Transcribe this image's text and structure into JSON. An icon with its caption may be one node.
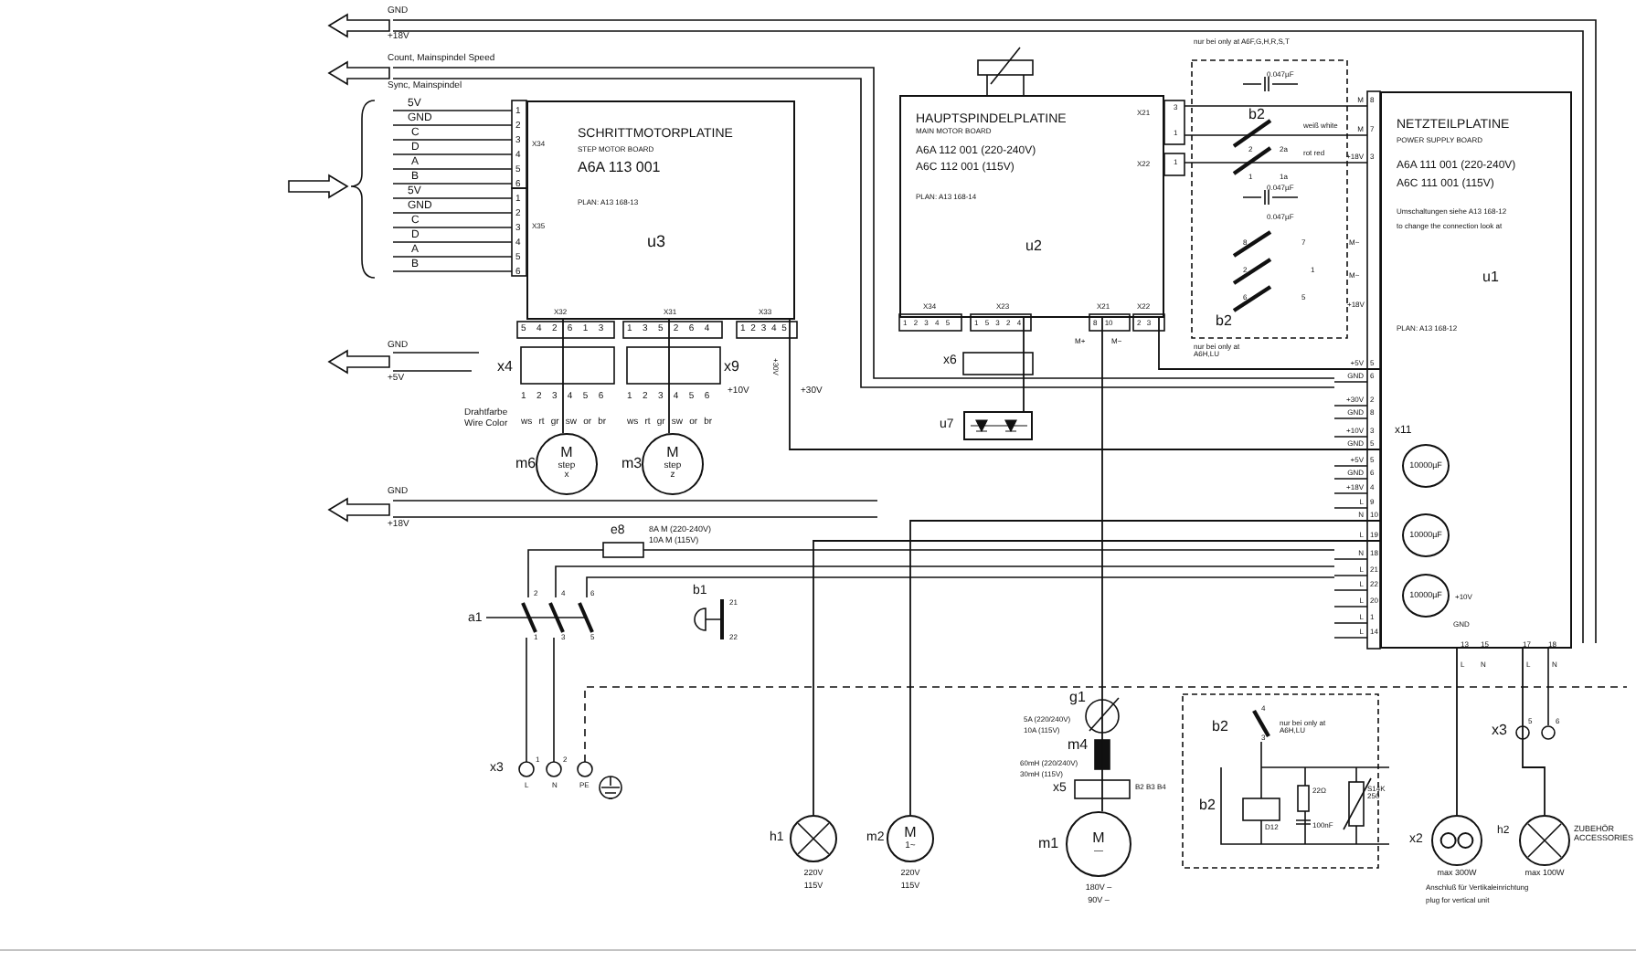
{
  "diagram": {
    "nodes": [
      {
        "text": [
          "SCHRITTMOTORPLATINE",
          "STEP MOTOR BOARD",
          "A6A 113 001",
          "PLAN: A13 168-13",
          "u3"
        ]
      },
      {
        "text": [
          "HAUPTSPINDELPLATINE",
          "MAIN MOTOR BOARD",
          "A6A 112 001 (220-240V)",
          "A6C 112 001 (115V)",
          "PLAN: A13 168-14",
          "u2"
        ]
      },
      {
        "text": [
          "NETZTEILPLATINE",
          "POWER SUPPLY BOARD",
          "A6A 111 001 (220-240V)",
          "A6C 111 001 (115V)",
          "Umschaltungen siehe A13 168-12",
          "to change the connection look at",
          "u1",
          "PLAN: A13 168-12"
        ]
      },
      {
        "text": [
          "M",
          "step",
          "x"
        ],
        "beside": [
          "m6"
        ]
      },
      {
        "text": [
          "M",
          "step",
          "z"
        ],
        "beside": [
          "m3"
        ]
      },
      {
        "text": [],
        "shape": "circle",
        "beside": [
          "h1",
          "220V",
          "115V"
        ]
      },
      {
        "text": [
          "M",
          "1~"
        ],
        "beside": [
          "m2",
          "220V",
          "115V"
        ]
      },
      {
        "text": [
          "M",
          "—"
        ],
        "beside": [
          "m1",
          "180V –",
          "90V –"
        ]
      },
      {
        "text": [],
        "shape": "circle",
        "beside": [
          "x2",
          "max 300W"
        ]
      },
      {
        "text": [],
        "shape": "circle",
        "beside": [
          "h2",
          "ZUBEHÖR ACCESSORIES",
          "max 100W"
        ]
      },
      {
        "text": [],
        "shape": "box",
        "beside": [
          "u7"
        ]
      },
      {
        "text": [
          "10000µF"
        ],
        "in": 2
      },
      {
        "text": [
          "10000µF"
        ],
        "in": 2
      },
      {
        "text": [
          "10000µF"
        ],
        "in": 2
      }
    ],
    "edges": [
      {
        "from": 0,
        "to": 3,
        "arrow": "none"
      },
      {
        "from": 0,
        "to": 4,
        "arrow": "none"
      },
      {
        "from": 1,
        "to": 10,
        "arrow": "none"
      },
      {
        "from": 1,
        "to": 7,
        "arrow": "none"
      },
      {
        "from": 2,
        "to": 6,
        "arrow": "none"
      },
      {
        "from": 2,
        "to": 5,
        "arrow": "none"
      },
      {
        "from": 2,
        "to": 8,
        "arrow": "none"
      },
      {
        "from": 2,
        "to": 9,
        "arrow": "none"
      },
      {
        "from": 2,
        "to": 0,
        "arrow": "none"
      },
      {
        "from": 2,
        "to": 1,
        "arrow": "none"
      }
    ],
    "labels": [
      "GND",
      "+18V",
      "Count, Mainspindel Speed",
      "Sync, Mainspindel",
      "5V",
      "GND",
      "C",
      "D",
      "A",
      "B",
      "5V",
      "GND",
      "C",
      "D",
      "A",
      "B",
      "X34",
      "X35",
      "1 2 3 4 5 6",
      "1 2 3 4 5 6",
      "X32",
      "X31",
      "X33",
      "5 4 2 6 1 3",
      "1 3 5 2 6 4",
      "1 2 3 4 5",
      "GND",
      "+5V",
      "x4",
      "x9",
      "1 2 3 4 5 6",
      "1 2 3 4 5 6",
      "+10V",
      "+30V",
      "+30V",
      "Drahtfarbe Wire Color",
      "ws rt gr sw or br",
      "ws rt gr sw or br",
      "GND",
      "+18V",
      "e8",
      "8A M (220-240V)",
      "10A M (115V)",
      "a1",
      "2",
      "4",
      "6",
      "1",
      "3",
      "5",
      "b1",
      "21",
      "22",
      "x3",
      "1",
      "2",
      "L",
      "N",
      "PE",
      "X21",
      "3",
      "1",
      "X22",
      "1",
      "X34",
      "1 2 3 4 5",
      "X23",
      "1 5 3 2 4",
      "X21",
      "8 10",
      "X22",
      "2 3",
      "M+",
      "M−",
      "x6",
      "nur bei only at A6F,G,H,R,S,T",
      "0.047µF",
      "b2",
      "2",
      "2a",
      "1",
      "1a",
      "weiß white",
      "rot red",
      "0.047µF",
      "0.047µF",
      "8",
      "7",
      "2",
      "1",
      "6",
      "5",
      "M~",
      "M~",
      "+18V",
      "b2",
      "nur bei only at A6H,LU",
      "M",
      "8",
      "M",
      "7",
      "+18V",
      "3",
      "+5V",
      "5",
      "GND",
      "6",
      "+30V",
      "2",
      "GND",
      "8",
      "+10V",
      "3",
      "GND",
      "5",
      "+5V",
      "5",
      "GND",
      "6",
      "+18V",
      "4",
      "L",
      "9",
      "N",
      "10",
      "L",
      "19",
      "N",
      "18",
      "L",
      "21",
      "L",
      "22",
      "L",
      "20",
      "L",
      "1",
      "L",
      "14",
      "+10V",
      "GND",
      "13",
      "15",
      "17",
      "18",
      "L",
      "N",
      "L",
      "N",
      "g1",
      "5A (220/240V)",
      "10A (115V)",
      "m4",
      "60mH (220/240V)",
      "30mH (115V)",
      "x5",
      "B2 B3 B4",
      "4",
      "3",
      "b2",
      "nur bei only at A6H,LU",
      "b2",
      "D12",
      "22Ω",
      "100nF",
      "S14K 250",
      "x3",
      "5",
      "6",
      "Anschluß für Vertikaleinrichtung",
      "plug for vertical unit",
      "x11"
    ]
  }
}
